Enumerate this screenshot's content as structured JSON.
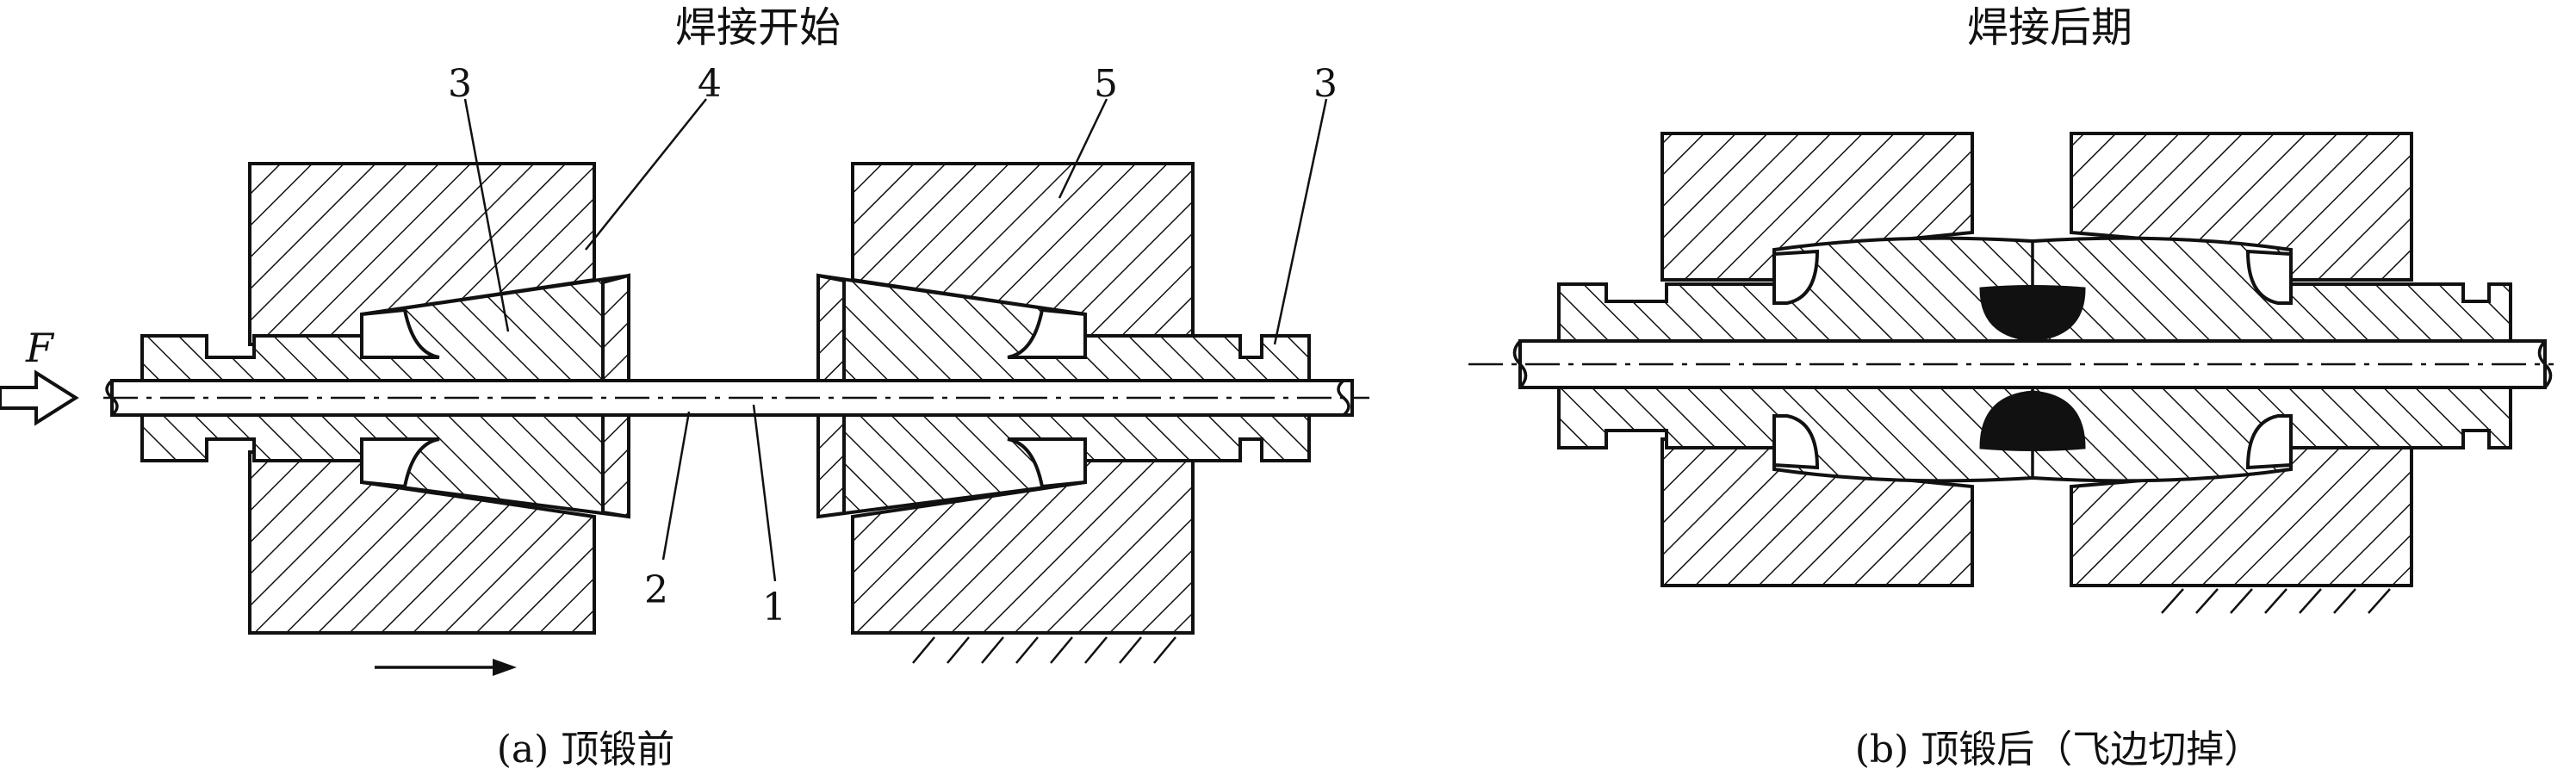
{
  "figure": {
    "left_panel": {
      "title": "焊接开始",
      "caption": "(a) 顶锻前",
      "force_label": "F",
      "part_labels": [
        "3",
        "4",
        "5",
        "3",
        "2",
        "1"
      ]
    },
    "right_panel": {
      "title": "焊接后期",
      "caption": "(b) 顶锻后（飞边切掉）"
    },
    "colors": {
      "ink": "#111111",
      "background": "#ffffff"
    }
  }
}
